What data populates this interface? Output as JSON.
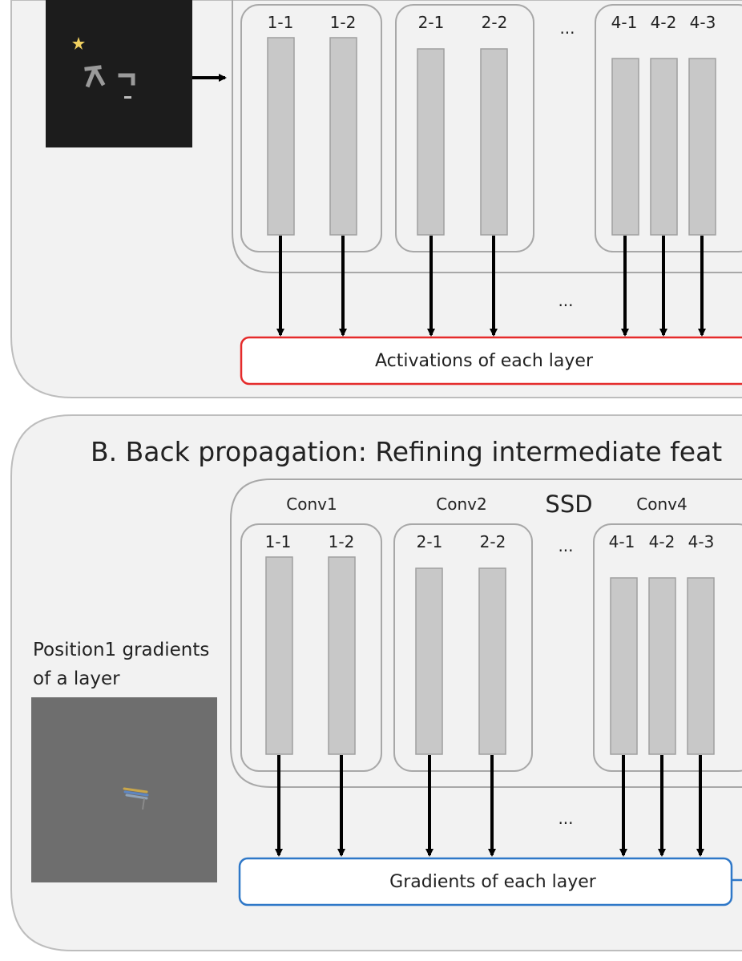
{
  "panel_a": {
    "layers": {
      "conv1": [
        "1-1",
        "1-2"
      ],
      "conv2": [
        "2-1",
        "2-2"
      ],
      "conv4": [
        "4-1",
        "4-2",
        "4-3"
      ]
    },
    "ellipsis": "...",
    "output_label": "Activations of each layer",
    "output_border_color": "#e52b2b"
  },
  "panel_b": {
    "title": "B. Back propagation: Refining intermediate feat",
    "network_label": "SSD",
    "group_labels": {
      "conv1": "Conv1",
      "conv2": "Conv2",
      "conv4": "Conv4"
    },
    "layers": {
      "conv1": [
        "1-1",
        "1-2"
      ],
      "conv2": [
        "2-1",
        "2-2"
      ],
      "conv4": [
        "4-1",
        "4-2",
        "4-3"
      ]
    },
    "ellipsis": "...",
    "caption_line1": "Position1 gradients",
    "caption_line2": "of a layer",
    "output_label": "Gradients of each layer",
    "output_border_color": "#2f78c8"
  }
}
